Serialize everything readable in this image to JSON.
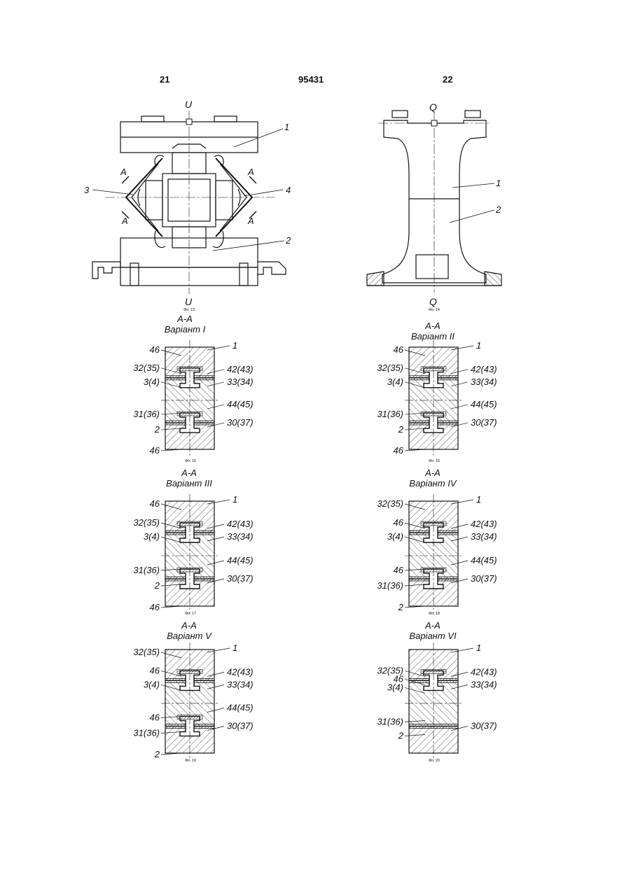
{
  "header": {
    "page_left": "21",
    "patent_number": "95431",
    "page_right": "22"
  },
  "fig13": {
    "caption": "Фіг. 13",
    "axis_top": "U",
    "axis_bottom": "U",
    "section_marks": [
      "A",
      "A",
      "A",
      "A"
    ],
    "labels": [
      "1",
      "2",
      "3",
      "4"
    ]
  },
  "fig14": {
    "caption": "Фіг. 14",
    "axis_top": "Q",
    "axis_bottom": "Q",
    "labels": [
      "1",
      "2"
    ]
  },
  "sections": [
    {
      "fig": "Фіг. 15",
      "section": "A-A",
      "variant": "Варіант I",
      "labels": {
        "top": "1",
        "a": "46",
        "b": "32(35)",
        "c": "3(4)",
        "d": "31(36)",
        "e": "2",
        "f": "46",
        "r1": "42(43)",
        "r2": "33(34)",
        "r3": "44(45)",
        "r4": "30(37)"
      }
    },
    {
      "fig": "Фіг. 16",
      "section": "A-A",
      "variant": "Варіант II",
      "labels": {
        "top": "1",
        "a": "46",
        "b": "32(35)",
        "c": "3(4)",
        "d": "31(36)",
        "e": "2",
        "f": "46",
        "r1": "42(43)",
        "r2": "33(34)",
        "r3": "44(45)",
        "r4": "30(37)"
      }
    },
    {
      "fig": "Фіг. 17",
      "section": "A-A",
      "variant": "Варіант III",
      "labels": {
        "top": "1",
        "a": "46",
        "b": "32(35)",
        "c": "3(4)",
        "d": "31(36)",
        "e": "2",
        "f": "46",
        "r1": "42(43)",
        "r2": "33(34)",
        "r3": "44(45)",
        "r4": "30(37)"
      }
    },
    {
      "fig": "Фіг. 18",
      "section": "A-A",
      "variant": "Варіант IV",
      "labels": {
        "top": "1",
        "a": "32(35)",
        "b": "46",
        "c": "3(4)",
        "d": "46",
        "e": "31(36)",
        "f": "2",
        "r1": "42(43)",
        "r2": "33(34)",
        "r3": "44(45)",
        "r4": "30(37)"
      }
    },
    {
      "fig": "Фіг. 19",
      "section": "A-A",
      "variant": "Варіант V",
      "labels": {
        "top": "1",
        "a": "32(35)",
        "b": "46",
        "c": "3(4)",
        "d": "46",
        "e": "31(36)",
        "f": "2",
        "r1": "42(43)",
        "r2": "33(34)",
        "r3": "44(45)",
        "r4": "30(37)"
      }
    },
    {
      "fig": "Фіг. 20",
      "section": "A-A",
      "variant": "Варіант VI",
      "labels": {
        "top": "1",
        "a": "32(35)",
        "b": "46",
        "c": "3(4)",
        "d": "31(36)",
        "e": "2",
        "r1": "42(43)",
        "r2": "33(34)",
        "r4": "30(37)"
      }
    }
  ]
}
